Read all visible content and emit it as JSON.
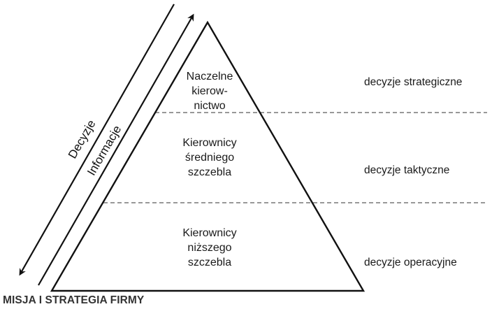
{
  "arrows": {
    "down_label": "Decyzje",
    "up_label": "Informacje"
  },
  "pyramid": {
    "top_level": [
      "Naczelne",
      "kierow-",
      "nictwo"
    ],
    "middle_level": [
      "Kierownicy",
      "średniego",
      "szczebla"
    ],
    "bottom_level": [
      "Kierownicy",
      "niższego",
      "szczebla"
    ]
  },
  "decisions": {
    "strategic": "decyzje strategiczne",
    "tactical": "decyzje taktyczne",
    "operational": "decyzje operacyjne"
  },
  "footer": {
    "label": "MISJA I STRATEGIA FIRMY"
  },
  "colors": {
    "line": "#111111",
    "dash": "#777777"
  }
}
